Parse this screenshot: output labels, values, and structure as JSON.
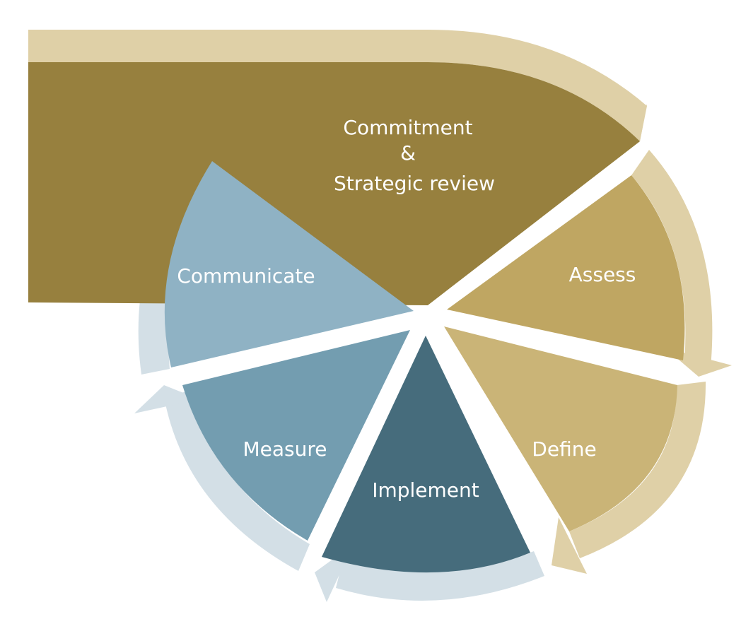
{
  "diagram": {
    "segments": {
      "commitment": {
        "label_line1": "Commitment",
        "label_line2": "&",
        "label_line3": "Strategic review"
      },
      "assess": {
        "label": "Assess"
      },
      "define": {
        "label": "Define"
      },
      "implement": {
        "label": "Implement"
      },
      "measure": {
        "label": "Measure"
      },
      "communicate": {
        "label": "Communicate"
      }
    },
    "colors": {
      "commitment": "#97803E",
      "commitment_arrow": "#DFD0A7",
      "assess": "#BFA662",
      "define": "#CAB477",
      "gold_arrow": "#DFD0A7",
      "implement": "#466C7C",
      "measure": "#739DB0",
      "communicate": "#8FB2C4",
      "blue_arrow": "#D3DFE6"
    }
  }
}
